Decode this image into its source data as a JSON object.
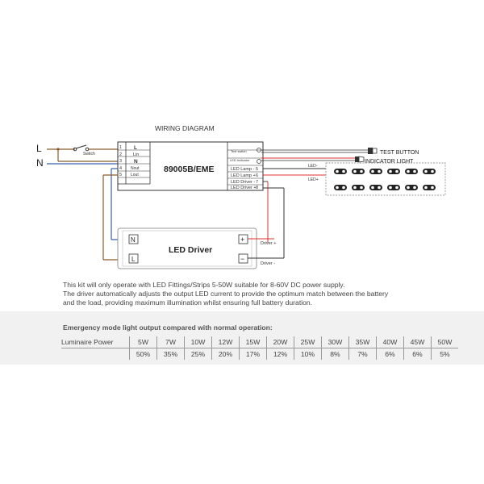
{
  "diagram": {
    "title": "WIRING DIAGRAM",
    "mains": {
      "live": "L",
      "neutral": "N",
      "switch": "Switch"
    },
    "module": {
      "model": "89005B/EME",
      "input_terminals": [
        {
          "num": "1",
          "label": "L"
        },
        {
          "num": "2",
          "label": "Lin"
        },
        {
          "num": "3",
          "label": "N"
        },
        {
          "num": "4",
          "label": "Nout"
        },
        {
          "num": "5",
          "label": "Lout"
        }
      ],
      "output_terminals": [
        {
          "num": "",
          "label": "Test switch"
        },
        {
          "num": "",
          "label": "LED Indicator"
        },
        {
          "num": "5",
          "label": "LED Lamp -"
        },
        {
          "num": "6",
          "label": "LED Lamp +"
        },
        {
          "num": "7",
          "label": "LED Driver -"
        },
        {
          "num": "8",
          "label": "LED Driver +"
        }
      ]
    },
    "test_button": "TEST BUTTON",
    "indicator_light": "INDICATOR LIGHT",
    "led_minus": "LED-",
    "led_plus": "LED+",
    "driver": {
      "label": "LED Driver",
      "n": "N",
      "l": "L",
      "plus": "+",
      "minus": "−",
      "out_plus": "Driver +",
      "out_minus": "Driver -"
    },
    "colors": {
      "live": "#8b5a2b",
      "neutral": "#3a5fb0",
      "led_positive": "#e03030",
      "negative": "#222222"
    }
  },
  "description": [
    "This kit will only operate with LED Fittings/Strips 5-50W suitable for 8-60V DC power supply.",
    "The driver automatically adjusts the output LED current to provide the optimum match between the battery",
    "and the load, providing maximum illumination whilst ensuring full battery duration."
  ],
  "emergency": {
    "title": "Emergency mode light output compared with normal operation:",
    "row_label": "Luminaire Power",
    "powers": [
      "5W",
      "7W",
      "10W",
      "12W",
      "15W",
      "20W",
      "25W",
      "30W",
      "35W",
      "40W",
      "45W",
      "50W"
    ],
    "outputs": [
      "50%",
      "35%",
      "25%",
      "20%",
      "17%",
      "12%",
      "10%",
      "8%",
      "7%",
      "6%",
      "6%",
      "5%"
    ]
  }
}
